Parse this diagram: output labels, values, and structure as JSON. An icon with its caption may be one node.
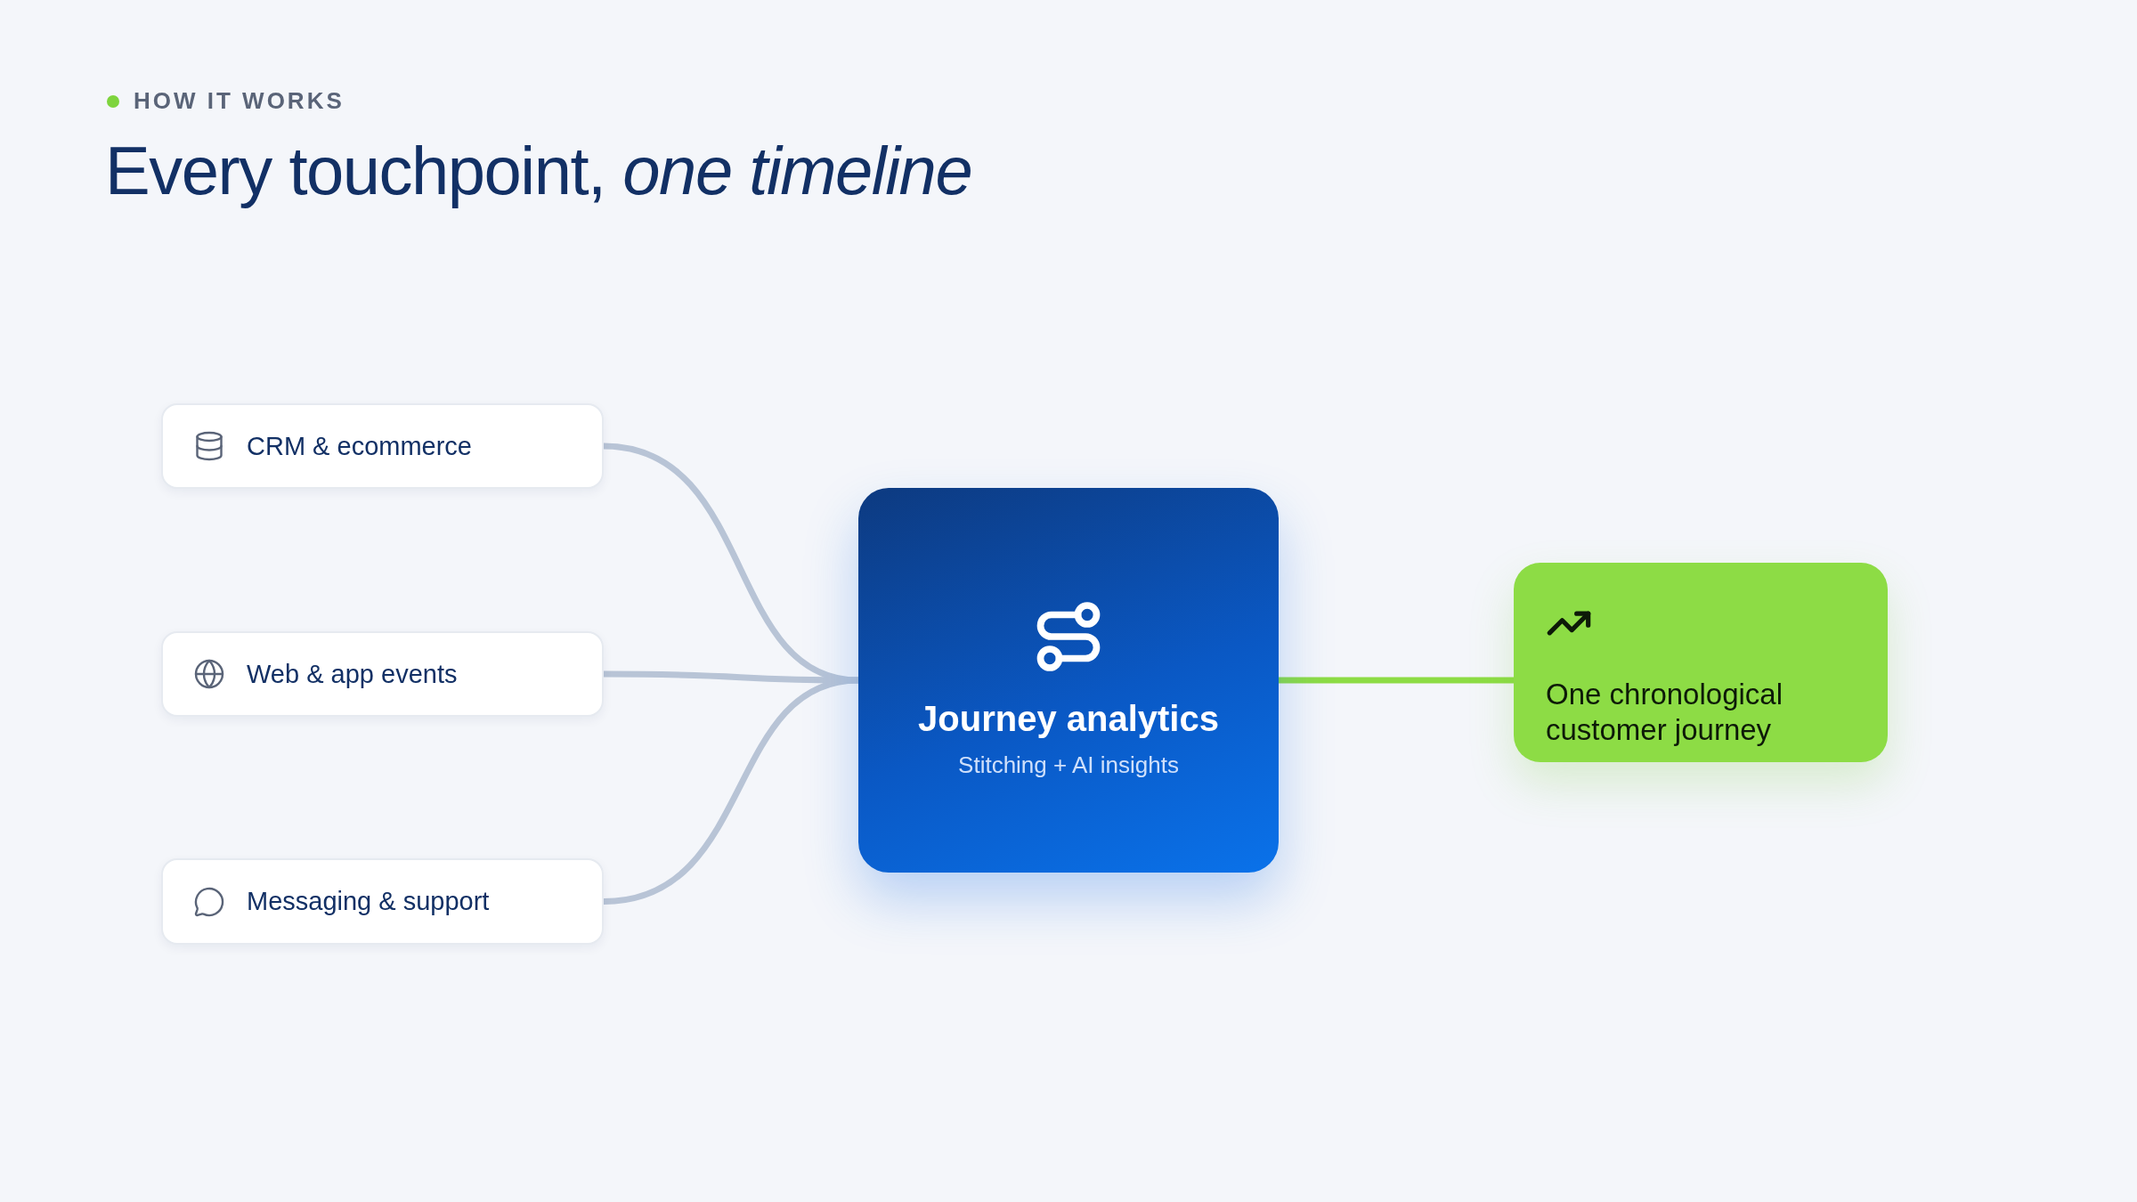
{
  "diagram": {
    "title": "Every touchpoint, *one timeline*",
    "nodes": [
      {
        "text": [
          "CRM & ecommerce"
        ]
      },
      {
        "text": [
          "Web & app events"
        ]
      },
      {
        "text": [
          "Messaging & support"
        ]
      },
      {
        "text": [
          "Journey analytics",
          "Stitching + AI insights"
        ]
      },
      {
        "text": [
          "One chronological customer journey"
        ]
      }
    ],
    "edges": [
      {
        "from": 0,
        "to": 3,
        "arrow": "none"
      },
      {
        "from": 1,
        "to": 3,
        "arrow": "none"
      },
      {
        "from": 2,
        "to": 3,
        "arrow": "none"
      },
      {
        "from": 3,
        "to": 4,
        "arrow": "none",
        "color": "#8ddc45"
      }
    ],
    "labels": [
      "HOW IT WORKS"
    ]
  }
}
